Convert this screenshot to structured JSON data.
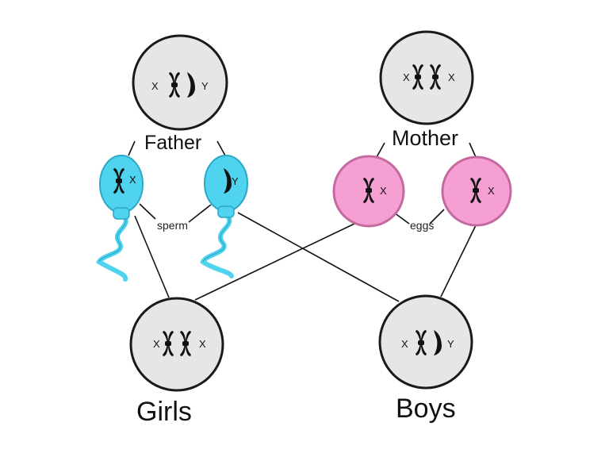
{
  "labels": {
    "father": "Father",
    "mother": "Mother",
    "sperm": "sperm",
    "eggs": "eggs",
    "girls": "Girls",
    "boys": "Boys"
  },
  "chromosome_letters": {
    "x": "X",
    "y": "Y"
  },
  "colors": {
    "cell_fill": "#e6e6e6",
    "cell_stroke": "#1a1a1a",
    "sperm_fill": "#4fd3ee",
    "sperm_stroke": "#2aa8c6",
    "egg_fill": "#f59fd2",
    "egg_stroke": "#c46aa0",
    "chromosome": "#111111"
  },
  "icons": [
    "x-chromosome-icon",
    "y-chromosome-icon",
    "sperm-icon",
    "egg-icon"
  ]
}
